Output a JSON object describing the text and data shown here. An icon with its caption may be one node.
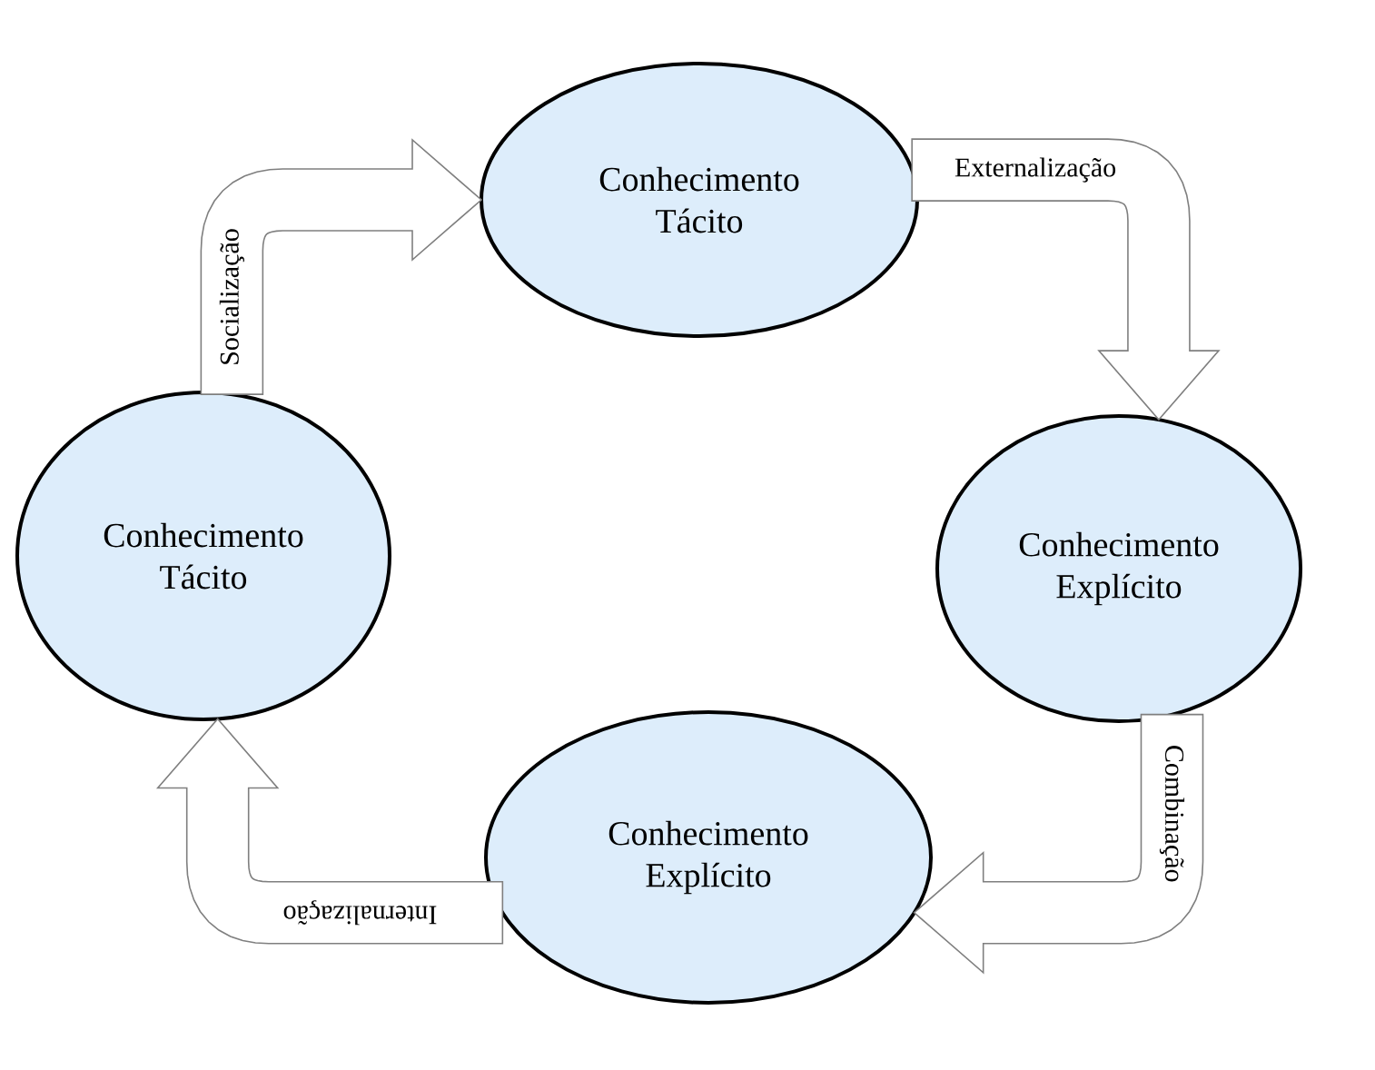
{
  "diagram": {
    "nodes": [
      {
        "text": [
          "Conhecimento Tácito"
        ]
      },
      {
        "text": [
          "Conhecimento Tácito"
        ]
      },
      {
        "text": [
          "Conhecimento Explícito"
        ]
      },
      {
        "text": [
          "Conhecimento Explícito"
        ]
      }
    ],
    "edges": [
      {
        "from": 1,
        "to": 0,
        "arrow": "to",
        "label": "Socialização"
      },
      {
        "from": 0,
        "to": 2,
        "arrow": "to",
        "label": "Externalização"
      },
      {
        "from": 2,
        "to": 3,
        "arrow": "to",
        "label": "Combinação"
      },
      {
        "from": 3,
        "to": 1,
        "arrow": "to",
        "label": "Internalização"
      }
    ]
  }
}
